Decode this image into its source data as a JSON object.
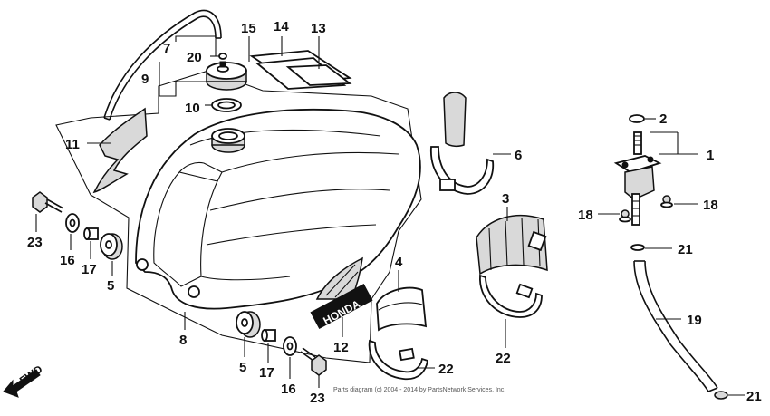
{
  "diagram": {
    "brand_text": "HONDA",
    "fwd_label": "FWD",
    "copyright": "Parts diagram (c) 2004 - 2014 by PartsNetwork Services, Inc.",
    "labels": {
      "p1": "1",
      "p2": "2",
      "p3": "3",
      "p4": "4",
      "p5a": "5",
      "p5b": "5",
      "p6": "6",
      "p7": "7",
      "p8": "8",
      "p9": "9",
      "p10": "10",
      "p11": "11",
      "p12": "12",
      "p13": "13",
      "p14": "14",
      "p15": "15",
      "p16a": "16",
      "p16b": "16",
      "p17a": "17",
      "p17b": "17",
      "p18a": "18",
      "p18b": "18",
      "p19": "19",
      "p20": "20",
      "p21a": "21",
      "p21b": "21",
      "p22a": "22",
      "p22b": "22",
      "p23a": "23",
      "p23b": "23"
    }
  }
}
